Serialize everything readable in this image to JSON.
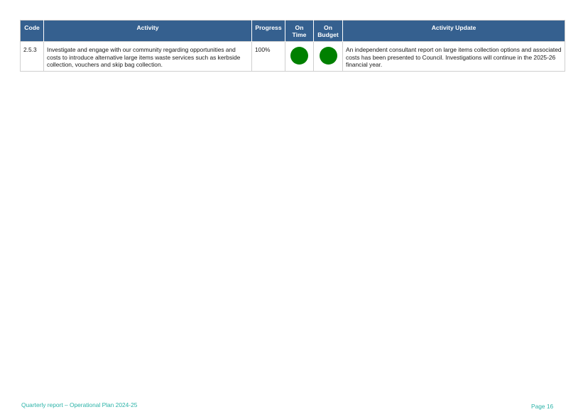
{
  "table": {
    "headers": {
      "code": "Code",
      "activity": "Activity",
      "progress": "Progress",
      "on_time": "On Time",
      "on_budget": "On Budget",
      "activity_update": "Activity Update"
    },
    "rows": [
      {
        "code": "2.5.3",
        "activity": "Investigate and engage with our community regarding opportunities and costs to introduce alternative large items waste services such as kerbside collection, vouchers and skip bag collection.",
        "progress": "100%",
        "on_time_status": "green",
        "on_budget_status": "green",
        "activity_update": "An independent consultant report on large items collection options and associated costs has been presented to Council. Investigations will continue in the 2025-26 financial year."
      }
    ]
  },
  "status_colors": {
    "green": "#008000"
  },
  "footer": {
    "title": "Quarterly report – Operational Plan 2024-25",
    "page": "Page 16"
  }
}
